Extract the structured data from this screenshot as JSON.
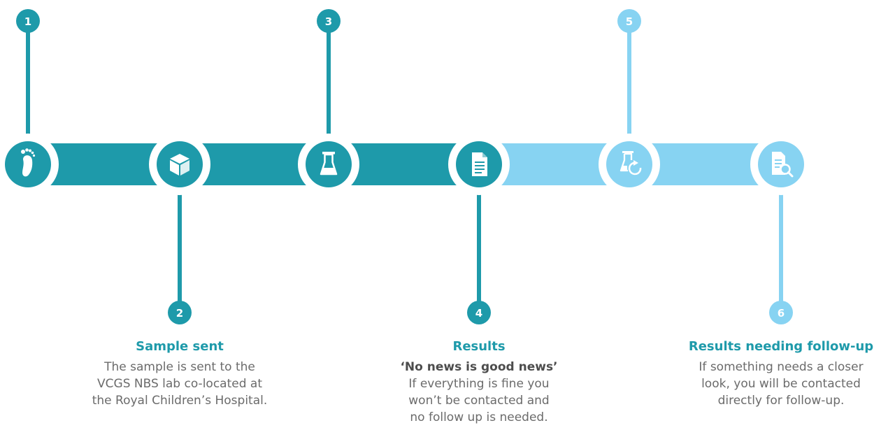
{
  "colors": {
    "dark": "#1e9aaa",
    "light": "#87d3f2",
    "text": "#6b6b6b",
    "subtitle": "#4d4d4d"
  },
  "steps": [
    {
      "number": "1",
      "icon": "footprint-icon",
      "tone": "dark"
    },
    {
      "number": "2",
      "icon": "box-icon",
      "tone": "dark"
    },
    {
      "number": "3",
      "icon": "flask-icon",
      "tone": "dark"
    },
    {
      "number": "4",
      "icon": "document-icon",
      "tone": "dark"
    },
    {
      "number": "5",
      "icon": "retest-flask-icon",
      "tone": "light"
    },
    {
      "number": "6",
      "icon": "document-search-icon",
      "tone": "light"
    }
  ],
  "captions": {
    "sample_sent": {
      "title": "Sample sent",
      "body": [
        "The sample is sent to the",
        "VCGS NBS lab co-located at",
        "the Royal Children’s Hospital."
      ]
    },
    "results": {
      "title": "Results",
      "subtitle": "‘No news is good news’",
      "body": [
        "If everything is fine you",
        "won’t be contacted and",
        "no follow up is needed."
      ]
    },
    "follow_up": {
      "title": "Results needing follow-up",
      "body": [
        "If something needs a closer",
        "look, you will be contacted",
        "directly for follow-up."
      ]
    }
  }
}
